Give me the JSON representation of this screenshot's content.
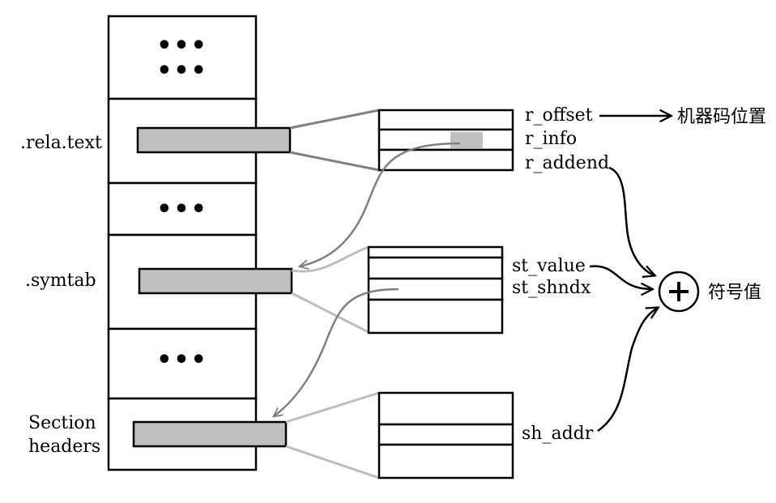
{
  "sections": {
    "rela_text": ".rela.text",
    "symtab": ".symtab",
    "section_headers_line1": "Section",
    "section_headers_line2": "headers",
    "ellipsis": "•••"
  },
  "rela_fields": {
    "offset": "r_offset",
    "info": "r_info",
    "addend": "r_addend"
  },
  "sym_fields": {
    "value": "st_value",
    "shndx": "st_shndx"
  },
  "shdr_fields": {
    "addr": "sh_addr"
  },
  "annotations": {
    "machine_code_position": "机器码位置",
    "symbol_value": "符号值",
    "plus": "+"
  },
  "colors": {
    "highlight": "#c0c0c0",
    "connector_dark": "#808080",
    "connector_light": "#bdbdbd",
    "stroke": "#000000"
  }
}
